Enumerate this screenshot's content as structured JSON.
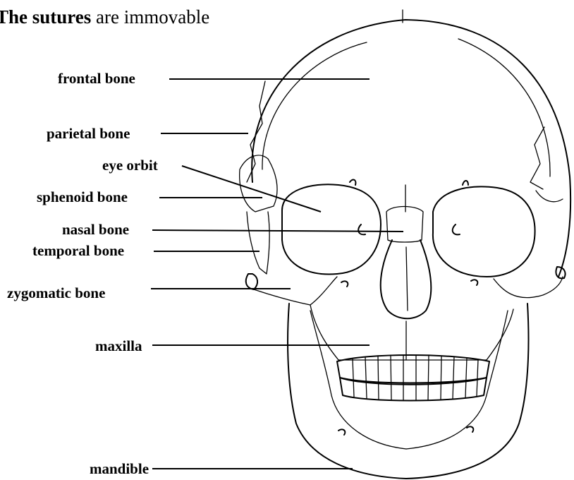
{
  "intro": {
    "bold": "The sutures",
    "rest": " are immovable"
  },
  "labels": {
    "frontal": "frontal bone",
    "parietal": "parietal bone",
    "eye_orbit": "eye orbit",
    "sphenoid": "sphenoid bone",
    "nasal": "nasal bone",
    "temporal": "temporal bone",
    "zygomatic": "zygomatic bone",
    "maxilla": "maxilla",
    "mandible": "mandible"
  },
  "colors": {
    "ink": "#000000",
    "paper": "#ffffff"
  }
}
